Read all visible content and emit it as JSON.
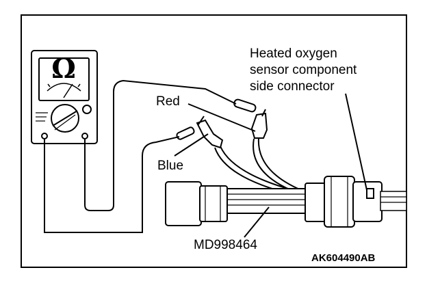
{
  "labels": {
    "connector_line1": "Heated oxygen",
    "connector_line2": "sensor component",
    "connector_line3": "side connector",
    "red": "Red",
    "blue": "Blue",
    "tool": "MD998464",
    "code": "AK604490AB"
  },
  "meter": {
    "symbol": "Ω"
  },
  "colors": {
    "line": "#000000",
    "background": "#ffffff"
  }
}
